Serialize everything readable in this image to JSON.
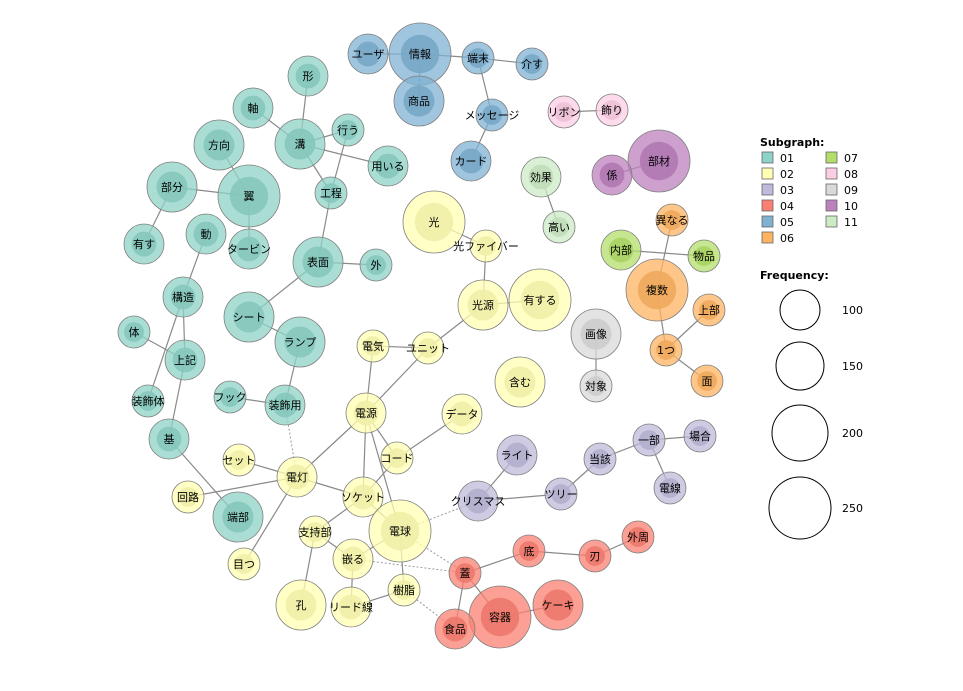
{
  "legend": {
    "subgraph_title": "Subgraph:",
    "frequency_title": "Frequency:",
    "subgraphs": [
      {
        "id": "01",
        "color": "#8dd3c7"
      },
      {
        "id": "02",
        "color": "#ffffb3"
      },
      {
        "id": "03",
        "color": "#bebada"
      },
      {
        "id": "04",
        "color": "#fb8072"
      },
      {
        "id": "05",
        "color": "#80b1d3"
      },
      {
        "id": "06",
        "color": "#fdb462"
      },
      {
        "id": "07",
        "color": "#b3de69"
      },
      {
        "id": "08",
        "color": "#fccde5"
      },
      {
        "id": "09",
        "color": "#d9d9d9"
      },
      {
        "id": "10",
        "color": "#bc80bd"
      },
      {
        "id": "11",
        "color": "#ccebc5"
      }
    ],
    "frequency_levels": [
      "100",
      "150",
      "200",
      "250"
    ]
  },
  "nodes": [
    {
      "id": "n1",
      "label": "ユーザ",
      "group": "05",
      "size": "m"
    },
    {
      "id": "n2",
      "label": "情報",
      "group": "05",
      "size": "xl"
    },
    {
      "id": "n3",
      "label": "端末",
      "group": "05",
      "size": "s"
    },
    {
      "id": "n4",
      "label": "介す",
      "group": "05",
      "size": "s"
    },
    {
      "id": "n5",
      "label": "商品",
      "group": "05",
      "size": "l"
    },
    {
      "id": "n6",
      "label": "メッセージ",
      "group": "05",
      "size": "s"
    },
    {
      "id": "n7",
      "label": "カード",
      "group": "05",
      "size": "m"
    },
    {
      "id": "n8",
      "label": "リボン",
      "group": "08",
      "size": "s"
    },
    {
      "id": "n9",
      "label": "飾り",
      "group": "08",
      "size": "s"
    },
    {
      "id": "n10",
      "label": "部材",
      "group": "10",
      "size": "xl"
    },
    {
      "id": "n11",
      "label": "係",
      "group": "10",
      "size": "m"
    },
    {
      "id": "n12",
      "label": "効果",
      "group": "11",
      "size": "m"
    },
    {
      "id": "n13",
      "label": "高い",
      "group": "11",
      "size": "s"
    },
    {
      "id": "n14",
      "label": "異なる",
      "group": "06",
      "size": "s"
    },
    {
      "id": "n15",
      "label": "内部",
      "group": "07",
      "size": "m"
    },
    {
      "id": "n16",
      "label": "物品",
      "group": "07",
      "size": "s"
    },
    {
      "id": "n17",
      "label": "複数",
      "group": "06",
      "size": "xl"
    },
    {
      "id": "n18",
      "label": "上部",
      "group": "06",
      "size": "s"
    },
    {
      "id": "n19",
      "label": "1つ",
      "group": "06",
      "size": "s"
    },
    {
      "id": "n20",
      "label": "面",
      "group": "06",
      "size": "s"
    },
    {
      "id": "n21",
      "label": "画像",
      "group": "09",
      "size": "l"
    },
    {
      "id": "n22",
      "label": "対象",
      "group": "09",
      "size": "s"
    },
    {
      "id": "n23",
      "label": "形",
      "group": "01",
      "size": "m"
    },
    {
      "id": "n24",
      "label": "軸",
      "group": "01",
      "size": "m"
    },
    {
      "id": "n25",
      "label": "方向",
      "group": "01",
      "size": "l"
    },
    {
      "id": "n26",
      "label": "溝",
      "group": "01",
      "size": "l"
    },
    {
      "id": "n27",
      "label": "行う",
      "group": "01",
      "size": "s"
    },
    {
      "id": "n28",
      "label": "用いる",
      "group": "01",
      "size": "m"
    },
    {
      "id": "n29",
      "label": "部分",
      "group": "01",
      "size": "l"
    },
    {
      "id": "n30",
      "label": "翼",
      "group": "01",
      "size": "xl"
    },
    {
      "id": "n31",
      "label": "工程",
      "group": "01",
      "size": "s"
    },
    {
      "id": "n32",
      "label": "有す",
      "group": "01",
      "size": "m"
    },
    {
      "id": "n33",
      "label": "動",
      "group": "01",
      "size": "m"
    },
    {
      "id": "n34",
      "label": "タービン",
      "group": "01",
      "size": "m"
    },
    {
      "id": "n35",
      "label": "表面",
      "group": "01",
      "size": "l"
    },
    {
      "id": "n36",
      "label": "外",
      "group": "01",
      "size": "s"
    },
    {
      "id": "n37",
      "label": "構造",
      "group": "01",
      "size": "m"
    },
    {
      "id": "n38",
      "label": "シート",
      "group": "01",
      "size": "l"
    },
    {
      "id": "n39",
      "label": "体",
      "group": "01",
      "size": "s"
    },
    {
      "id": "n40",
      "label": "ランプ",
      "group": "01",
      "size": "l"
    },
    {
      "id": "n41",
      "label": "上記",
      "group": "01",
      "size": "m"
    },
    {
      "id": "n42",
      "label": "フック",
      "group": "01",
      "size": "s"
    },
    {
      "id": "n43",
      "label": "装飾用",
      "group": "01",
      "size": "m"
    },
    {
      "id": "n44",
      "label": "装飾体",
      "group": "01",
      "size": "s"
    },
    {
      "id": "n45",
      "label": "基",
      "group": "01",
      "size": "m"
    },
    {
      "id": "n46",
      "label": "端部",
      "group": "01",
      "size": "l"
    },
    {
      "id": "n47",
      "label": "光",
      "group": "02",
      "size": "xl"
    },
    {
      "id": "n48",
      "label": "光ファイバー",
      "group": "02",
      "size": "s"
    },
    {
      "id": "n49",
      "label": "光源",
      "group": "02",
      "size": "l"
    },
    {
      "id": "n50",
      "label": "有する",
      "group": "02",
      "size": "xl"
    },
    {
      "id": "n51",
      "label": "電気",
      "group": "02",
      "size": "s"
    },
    {
      "id": "n52",
      "label": "ユニット",
      "group": "02",
      "size": "s"
    },
    {
      "id": "n53",
      "label": "含む",
      "group": "02",
      "size": "l"
    },
    {
      "id": "n54",
      "label": "電源",
      "group": "02",
      "size": "m"
    },
    {
      "id": "n55",
      "label": "データ",
      "group": "02",
      "size": "m"
    },
    {
      "id": "n56",
      "label": "コード",
      "group": "02",
      "size": "s"
    },
    {
      "id": "n57",
      "label": "セット",
      "group": "02",
      "size": "s"
    },
    {
      "id": "n58",
      "label": "電灯",
      "group": "02",
      "size": "m"
    },
    {
      "id": "n59",
      "label": "ソケット",
      "group": "02",
      "size": "m"
    },
    {
      "id": "n60",
      "label": "回路",
      "group": "02",
      "size": "s"
    },
    {
      "id": "n61",
      "label": "支持部",
      "group": "02",
      "size": "s"
    },
    {
      "id": "n62",
      "label": "電球",
      "group": "02",
      "size": "xl"
    },
    {
      "id": "n63",
      "label": "目つ",
      "group": "02",
      "size": "s"
    },
    {
      "id": "n64",
      "label": "嵌る",
      "group": "02",
      "size": "m"
    },
    {
      "id": "n65",
      "label": "樹脂",
      "group": "02",
      "size": "s"
    },
    {
      "id": "n66",
      "label": "孔",
      "group": "02",
      "size": "l"
    },
    {
      "id": "n67",
      "label": "リード線",
      "group": "02",
      "size": "m"
    },
    {
      "id": "n68",
      "label": "ライト",
      "group": "03",
      "size": "m"
    },
    {
      "id": "n69",
      "label": "当該",
      "group": "03",
      "size": "s"
    },
    {
      "id": "n70",
      "label": "一部",
      "group": "03",
      "size": "s"
    },
    {
      "id": "n71",
      "label": "場合",
      "group": "03",
      "size": "s"
    },
    {
      "id": "n72",
      "label": "クリスマス",
      "group": "03",
      "size": "m"
    },
    {
      "id": "n73",
      "label": "ツリー",
      "group": "03",
      "size": "s"
    },
    {
      "id": "n74",
      "label": "電線",
      "group": "03",
      "size": "s"
    },
    {
      "id": "n75",
      "label": "底",
      "group": "04",
      "size": "s"
    },
    {
      "id": "n76",
      "label": "刃",
      "group": "04",
      "size": "s"
    },
    {
      "id": "n77",
      "label": "外周",
      "group": "04",
      "size": "s"
    },
    {
      "id": "n78",
      "label": "蓋",
      "group": "04",
      "size": "s"
    },
    {
      "id": "n79",
      "label": "ケーキ",
      "group": "04",
      "size": "l"
    },
    {
      "id": "n80",
      "label": "容器",
      "group": "04",
      "size": "xl"
    },
    {
      "id": "n81",
      "label": "食品",
      "group": "04",
      "size": "m"
    }
  ],
  "edges": [
    [
      "n1",
      "n2",
      "solid"
    ],
    [
      "n2",
      "n3",
      "solid"
    ],
    [
      "n3",
      "n4",
      "solid"
    ],
    [
      "n2",
      "n5",
      "solid"
    ],
    [
      "n3",
      "n6",
      "solid"
    ],
    [
      "n6",
      "n7",
      "solid"
    ],
    [
      "n8",
      "n9",
      "solid"
    ],
    [
      "n10",
      "n11",
      "solid"
    ],
    [
      "n12",
      "n13",
      "solid"
    ],
    [
      "n15",
      "n16",
      "solid"
    ],
    [
      "n14",
      "n17",
      "solid"
    ],
    [
      "n17",
      "n19",
      "solid"
    ],
    [
      "n19",
      "n18",
      "solid"
    ],
    [
      "n19",
      "n20",
      "solid"
    ],
    [
      "n21",
      "n22",
      "solid"
    ],
    [
      "n23",
      "n26",
      "solid"
    ],
    [
      "n24",
      "n26",
      "solid"
    ],
    [
      "n25",
      "n30",
      "solid"
    ],
    [
      "n26",
      "n27",
      "solid"
    ],
    [
      "n26",
      "n28",
      "solid"
    ],
    [
      "n26",
      "n31",
      "solid"
    ],
    [
      "n27",
      "n31",
      "solid"
    ],
    [
      "n29",
      "n30",
      "solid"
    ],
    [
      "n29",
      "n32",
      "solid"
    ],
    [
      "n30",
      "n34",
      "solid"
    ],
    [
      "n31",
      "n35",
      "solid"
    ],
    [
      "n33",
      "n37",
      "solid"
    ],
    [
      "n35",
      "n36",
      "solid"
    ],
    [
      "n35",
      "n38",
      "solid"
    ],
    [
      "n37",
      "n41",
      "solid"
    ],
    [
      "n38",
      "n40",
      "solid"
    ],
    [
      "n39",
      "n41",
      "solid"
    ],
    [
      "n41",
      "n45",
      "solid"
    ],
    [
      "n43",
      "n40",
      "solid"
    ],
    [
      "n42",
      "n43",
      "solid"
    ],
    [
      "n44",
      "n37",
      "solid"
    ],
    [
      "n45",
      "n46",
      "solid"
    ],
    [
      "n47",
      "n48",
      "solid"
    ],
    [
      "n48",
      "n49",
      "solid"
    ],
    [
      "n49",
      "n50",
      "solid"
    ],
    [
      "n49",
      "n52",
      "solid"
    ],
    [
      "n51",
      "n52",
      "solid"
    ],
    [
      "n51",
      "n54",
      "solid"
    ],
    [
      "n52",
      "n54",
      "solid"
    ],
    [
      "n54",
      "n56",
      "solid"
    ],
    [
      "n54",
      "n59",
      "solid"
    ],
    [
      "n55",
      "n56",
      "solid"
    ],
    [
      "n56",
      "n59",
      "solid"
    ],
    [
      "n57",
      "n58",
      "solid"
    ],
    [
      "n58",
      "n59",
      "solid"
    ],
    [
      "n58",
      "n60",
      "solid"
    ],
    [
      "n58",
      "n63",
      "solid"
    ],
    [
      "n59",
      "n61",
      "solid"
    ],
    [
      "n59",
      "n62",
      "solid"
    ],
    [
      "n61",
      "n64",
      "solid"
    ],
    [
      "n62",
      "n64",
      "solid"
    ],
    [
      "n62",
      "n65",
      "solid"
    ],
    [
      "n61",
      "n66",
      "solid"
    ],
    [
      "n64",
      "n67",
      "solid"
    ],
    [
      "n65",
      "n67",
      "solid"
    ],
    [
      "n54",
      "n62",
      "solid"
    ],
    [
      "n58",
      "n54",
      "solid"
    ],
    [
      "n68",
      "n72",
      "solid"
    ],
    [
      "n69",
      "n70",
      "solid"
    ],
    [
      "n70",
      "n71",
      "solid"
    ],
    [
      "n70",
      "n74",
      "solid"
    ],
    [
      "n69",
      "n73",
      "solid"
    ],
    [
      "n72",
      "n73",
      "solid"
    ],
    [
      "n75",
      "n78",
      "solid"
    ],
    [
      "n75",
      "n76",
      "solid"
    ],
    [
      "n76",
      "n77",
      "solid"
    ],
    [
      "n78",
      "n80",
      "solid"
    ],
    [
      "n78",
      "n81",
      "solid"
    ],
    [
      "n79",
      "n80",
      "solid"
    ],
    [
      "n43",
      "n58",
      "dotted"
    ],
    [
      "n62",
      "n72",
      "dotted"
    ],
    [
      "n62",
      "n78",
      "dotted"
    ],
    [
      "n65",
      "n81",
      "dotted"
    ],
    [
      "n64",
      "n78",
      "dotted"
    ]
  ]
}
